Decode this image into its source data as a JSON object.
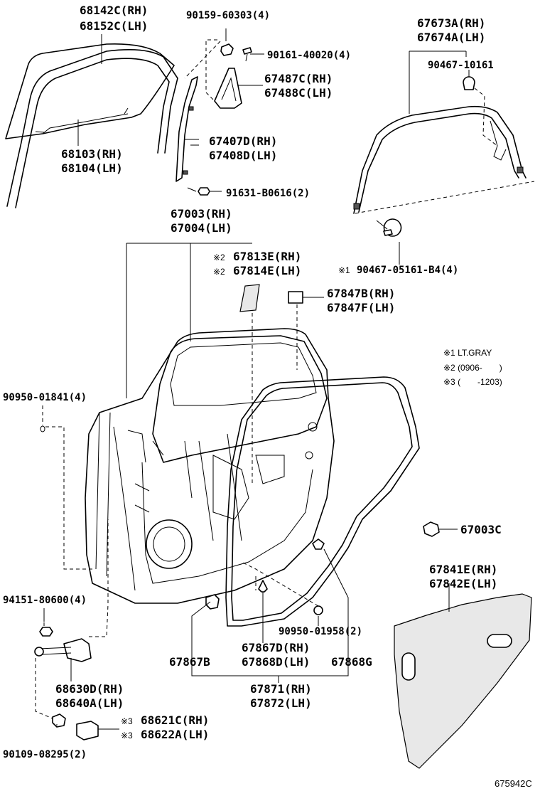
{
  "labels": {
    "p68142c": "68142C(RH)",
    "p68152c": "68152C(LH)",
    "p90159": "90159-60303(4)",
    "p90161": "90161-40020(4)",
    "p67487c": "67487C(RH)",
    "p67488c": "67488C(LH)",
    "p67673a": "67673A(RH)",
    "p67674a": "67674A(LH)",
    "p90467_10161": "90467-10161",
    "p67407d": "67407D(RH)",
    "p67408d": "67408D(LH)",
    "p68103": "68103(RH)",
    "p68104": "68104(LH)",
    "p91631": "91631-B0616(2)",
    "p67003": "67003(RH)",
    "p67004": "67004(LH)",
    "p67813e": "67813E(RH)",
    "p67814e": "67814E(LH)",
    "p90467_05161": "90467-05161-B4(4)",
    "p67847b": "67847B(RH)",
    "p67847f": "67847F(LH)",
    "p90950_01841": "90950-01841(4)",
    "p67003c": "67003C",
    "p67841e": "67841E(RH)",
    "p67842e": "67842E(LH)",
    "p94151": "94151-80600(4)",
    "p90950_01958": "90950-01958(2)",
    "p67867d": "67867D(RH)",
    "p67868d": "67868D(LH)",
    "p67868g": "67868G",
    "p67867b": "67867B",
    "p68630d": "68630D(RH)",
    "p68640a": "68640A(LH)",
    "p67871": "67871(RH)",
    "p67872": "67872(LH)",
    "p68621c": "68621C(RH)",
    "p68622a": "68622A(LH)",
    "p90109": "90109-08295(2)"
  },
  "marks": {
    "m1": "※1",
    "m2": "※2",
    "m3": "※3"
  },
  "legend": {
    "note1": "※1 LT.GRAY",
    "note2": "※2 (0906-　　)",
    "note3": "※3 (　　-1203)"
  },
  "diagram_code": "675942C"
}
